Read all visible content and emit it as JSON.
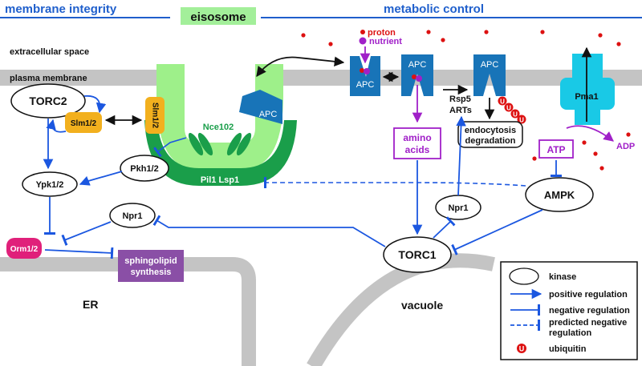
{
  "headers": {
    "membrane_integrity": "membrane integrity",
    "eisosome": "eisosome",
    "metabolic_control": "metabolic control"
  },
  "regions": {
    "extracellular_space": "extracellular space",
    "plasma_membrane": "plasma membrane",
    "er": "ER",
    "vacuole": "vacuole"
  },
  "nodes": {
    "torc2": "TORC2",
    "slm12_left": "Slm1/2",
    "slm12_right": "Slm1/2",
    "nce102": "Nce102",
    "apc_eisosome": "APC",
    "pkh12": "Pkh1/2",
    "pil1_lsp1": "Pil1 Lsp1",
    "ypk12": "Ypk1/2",
    "npr1_left": "Npr1",
    "orm12": "Orm1/2",
    "sphingolipid_line1": "sphingolipid",
    "sphingolipid_line2": "synthesis",
    "apc_1": "APC",
    "apc_2": "APC",
    "apc_3": "APC",
    "proton": "proton",
    "nutrient": "nutrient",
    "rsp5": "Rsp5",
    "arts": "ARTs",
    "ubiquitin_mark": "U",
    "endo_line1": "endocytosis",
    "endo_line2": "degradation",
    "amino_line1": "amino",
    "amino_line2": "acids",
    "pma1": "Pma1",
    "atp": "ATP",
    "adp": "ADP",
    "ampk": "AMPK",
    "npr1_right": "Npr1",
    "torc1": "TORC1"
  },
  "legend": {
    "kinase": "kinase",
    "positive": "positive regulation",
    "negative": "negative regulation",
    "predicted_line1": "predicted negative",
    "predicted_line2": "regulation",
    "ubiquitin": "ubiquitin",
    "ubiquitin_mark": "U"
  },
  "colors": {
    "header_blue": "#1f5fcc",
    "eisosome_green": "#a3ef9a",
    "membrane_grey": "#c4c4c4",
    "apc_blue": "#1874b8",
    "pil1_green": "#1a9e4a",
    "light_green": "#9ef08a",
    "slm_orange": "#f2b01e",
    "orm_magenta": "#e0207a",
    "sphingo_purple": "#8a4fa6",
    "pma1_cyan": "#19c9e6",
    "nutrient_purple": "#a020c8",
    "ubiquitin_red": "#dd1111",
    "arrow_blue": "#1b57e0"
  }
}
